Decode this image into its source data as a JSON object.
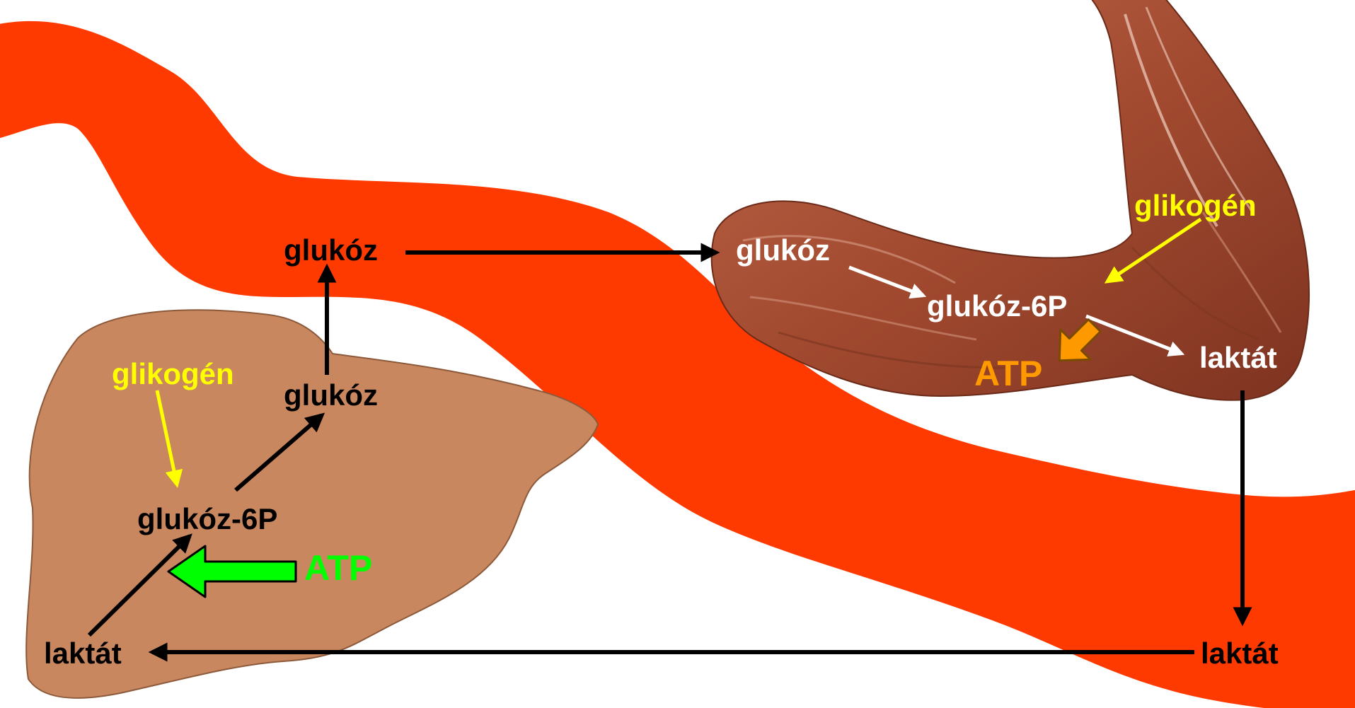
{
  "colors": {
    "background": "#ffffff",
    "blood_vessel": "#ff3a00",
    "liver": "#c98760",
    "liver_outline": "#8c5a3a",
    "muscle": "#a8553a",
    "muscle_dark": "#7a3520",
    "muscle_light": "#d9a08a",
    "black_text": "#000000",
    "white_text": "#ffffff",
    "yellow": "#ffff00",
    "orange": "#ff9900",
    "green": "#00ff00"
  },
  "organs": {
    "liver_icon": "liver-shape",
    "muscle_icon": "flexed-arm-muscle",
    "vessel_icon": "blood-vessel-band"
  },
  "liver": {
    "glucose_top": "glukóz",
    "glucose_inner": "glukóz",
    "glycogen": "glikogén",
    "glucose6p": "glukóz-6P",
    "atp": "ATP",
    "lactate": "laktát"
  },
  "muscle": {
    "glucose": "glukóz",
    "glycogen": "glikogén",
    "glucose6p": "glukóz-6P",
    "atp": "ATP",
    "lactate": "laktát"
  },
  "blood": {
    "lactate": "laktát"
  }
}
